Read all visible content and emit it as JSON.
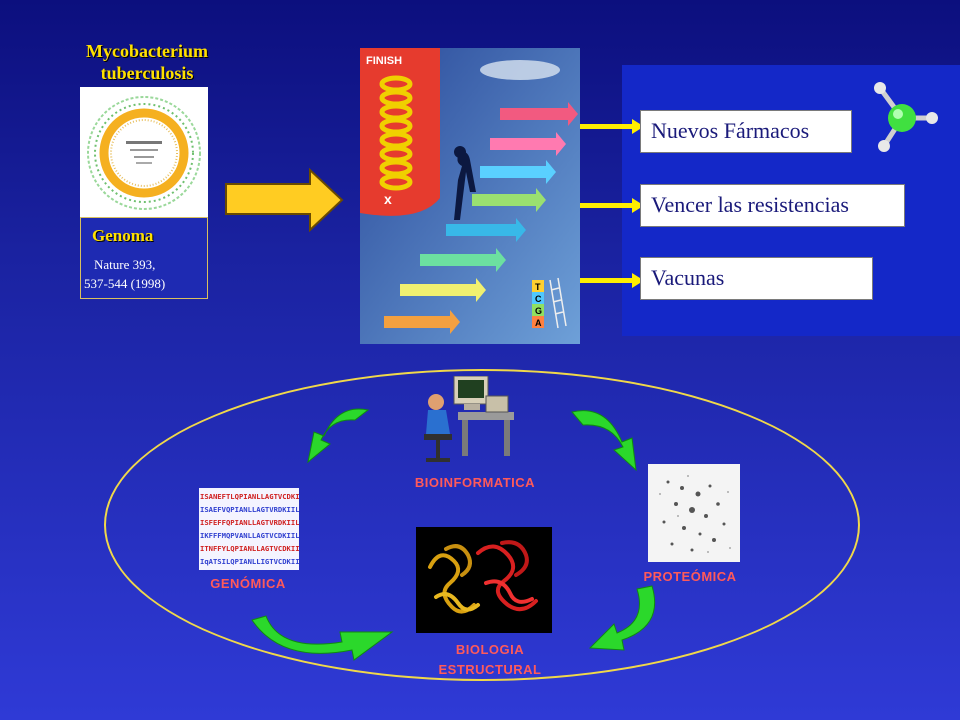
{
  "genome": {
    "organism_line1": "Mycobacterium",
    "organism_line2": "tuberculosis",
    "label": "Genoma",
    "reference_line1": "Nature 393,",
    "reference_line2": "537-544 (1998)"
  },
  "stairs_image": {
    "finish_text": "FINISH",
    "x_text": "x",
    "blocks": [
      "T",
      "C",
      "G",
      "A"
    ]
  },
  "outcomes": [
    {
      "label": "Nuevos Fármacos"
    },
    {
      "label": "Vencer las resistencias"
    },
    {
      "label": "Vacunas"
    }
  ],
  "cycle": {
    "bioinformatica": "BIOINFORMATICA",
    "genomica": "GENÓMICA",
    "proteomica": "PROTEÓMICA",
    "biologia_line1": "BIOLOGIA",
    "biologia_line2": "ESTRUCTURAL"
  },
  "sequence_rows": [
    "ISANEFTLQPIANLLAGTVCDKIIL",
    "ISAEFVQPIANLLAGTVRDKIILR",
    "ISFEFFQPIANLLAGTVRDKIILR",
    "IKFFFMQPVANLLAGTVCDKIILR",
    "ITNFFYLQPIANLLAGTVCDKIILR",
    "IqATSILQPIANLLIGTVCDKIIL"
  ],
  "colors": {
    "title_yellow": "#ffe000",
    "label_red": "#ff5a5a",
    "connector_yellow": "#ffee00",
    "cycle_arrow_green": "#2bd82b",
    "panel_blue": "#1428c8"
  }
}
